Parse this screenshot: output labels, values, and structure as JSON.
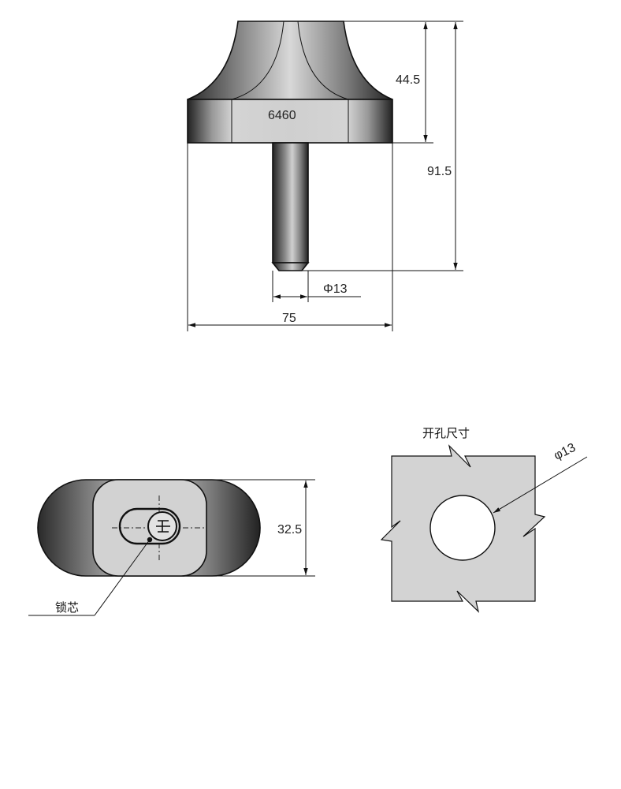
{
  "front_view": {
    "model_label": "6460",
    "dims": {
      "head_height": "44.5",
      "total_height": "91.5",
      "shaft_diameter": "Φ13",
      "width": "75"
    }
  },
  "bottom_view": {
    "height_dim": "32.5",
    "callout_label": "锁芯"
  },
  "cutout_view": {
    "title": "开孔尺寸",
    "hole_diameter": "φ13"
  }
}
